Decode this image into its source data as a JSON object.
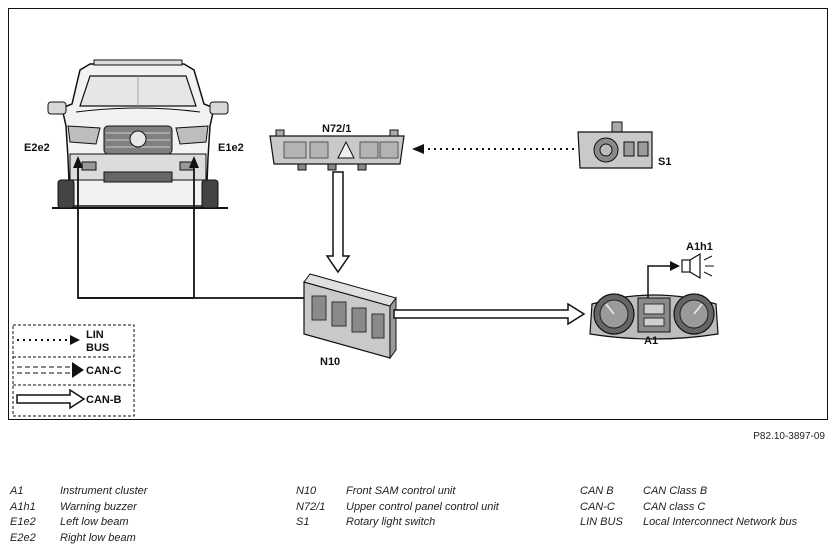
{
  "figure_ref": "P82.10-3897-09",
  "components": {
    "e2e2": "E2e2",
    "e1e2": "E1e2",
    "n72_1": "N72/1",
    "s1": "S1",
    "n10": "N10",
    "a1": "A1",
    "a1h1": "A1h1"
  },
  "legend": {
    "lin_line1": "LIN",
    "lin_line2": "BUS",
    "can_c": "CAN-C",
    "can_b": "CAN-B"
  },
  "key": {
    "col1": [
      {
        "code": "A1",
        "desc": "Instrument cluster"
      },
      {
        "code": "A1h1",
        "desc": "Warning buzzer"
      },
      {
        "code": "E1e2",
        "desc": "Left low beam"
      },
      {
        "code": "E2e2",
        "desc": "Right low beam"
      }
    ],
    "col2": [
      {
        "code": "N10",
        "desc": "Front SAM control unit"
      },
      {
        "code": "N72/1",
        "desc": "Upper control panel control unit"
      },
      {
        "code": "S1",
        "desc": "Rotary light switch"
      }
    ],
    "col3": [
      {
        "code": "CAN B",
        "desc": "CAN Class B"
      },
      {
        "code": "CAN-C",
        "desc": "CAN class C"
      },
      {
        "code": "LIN BUS",
        "desc": "Local Interconnect Network bus"
      }
    ]
  },
  "colors": {
    "line": "#111111",
    "component_fill": "#c9c9c9",
    "component_dark": "#8a8a8a"
  }
}
